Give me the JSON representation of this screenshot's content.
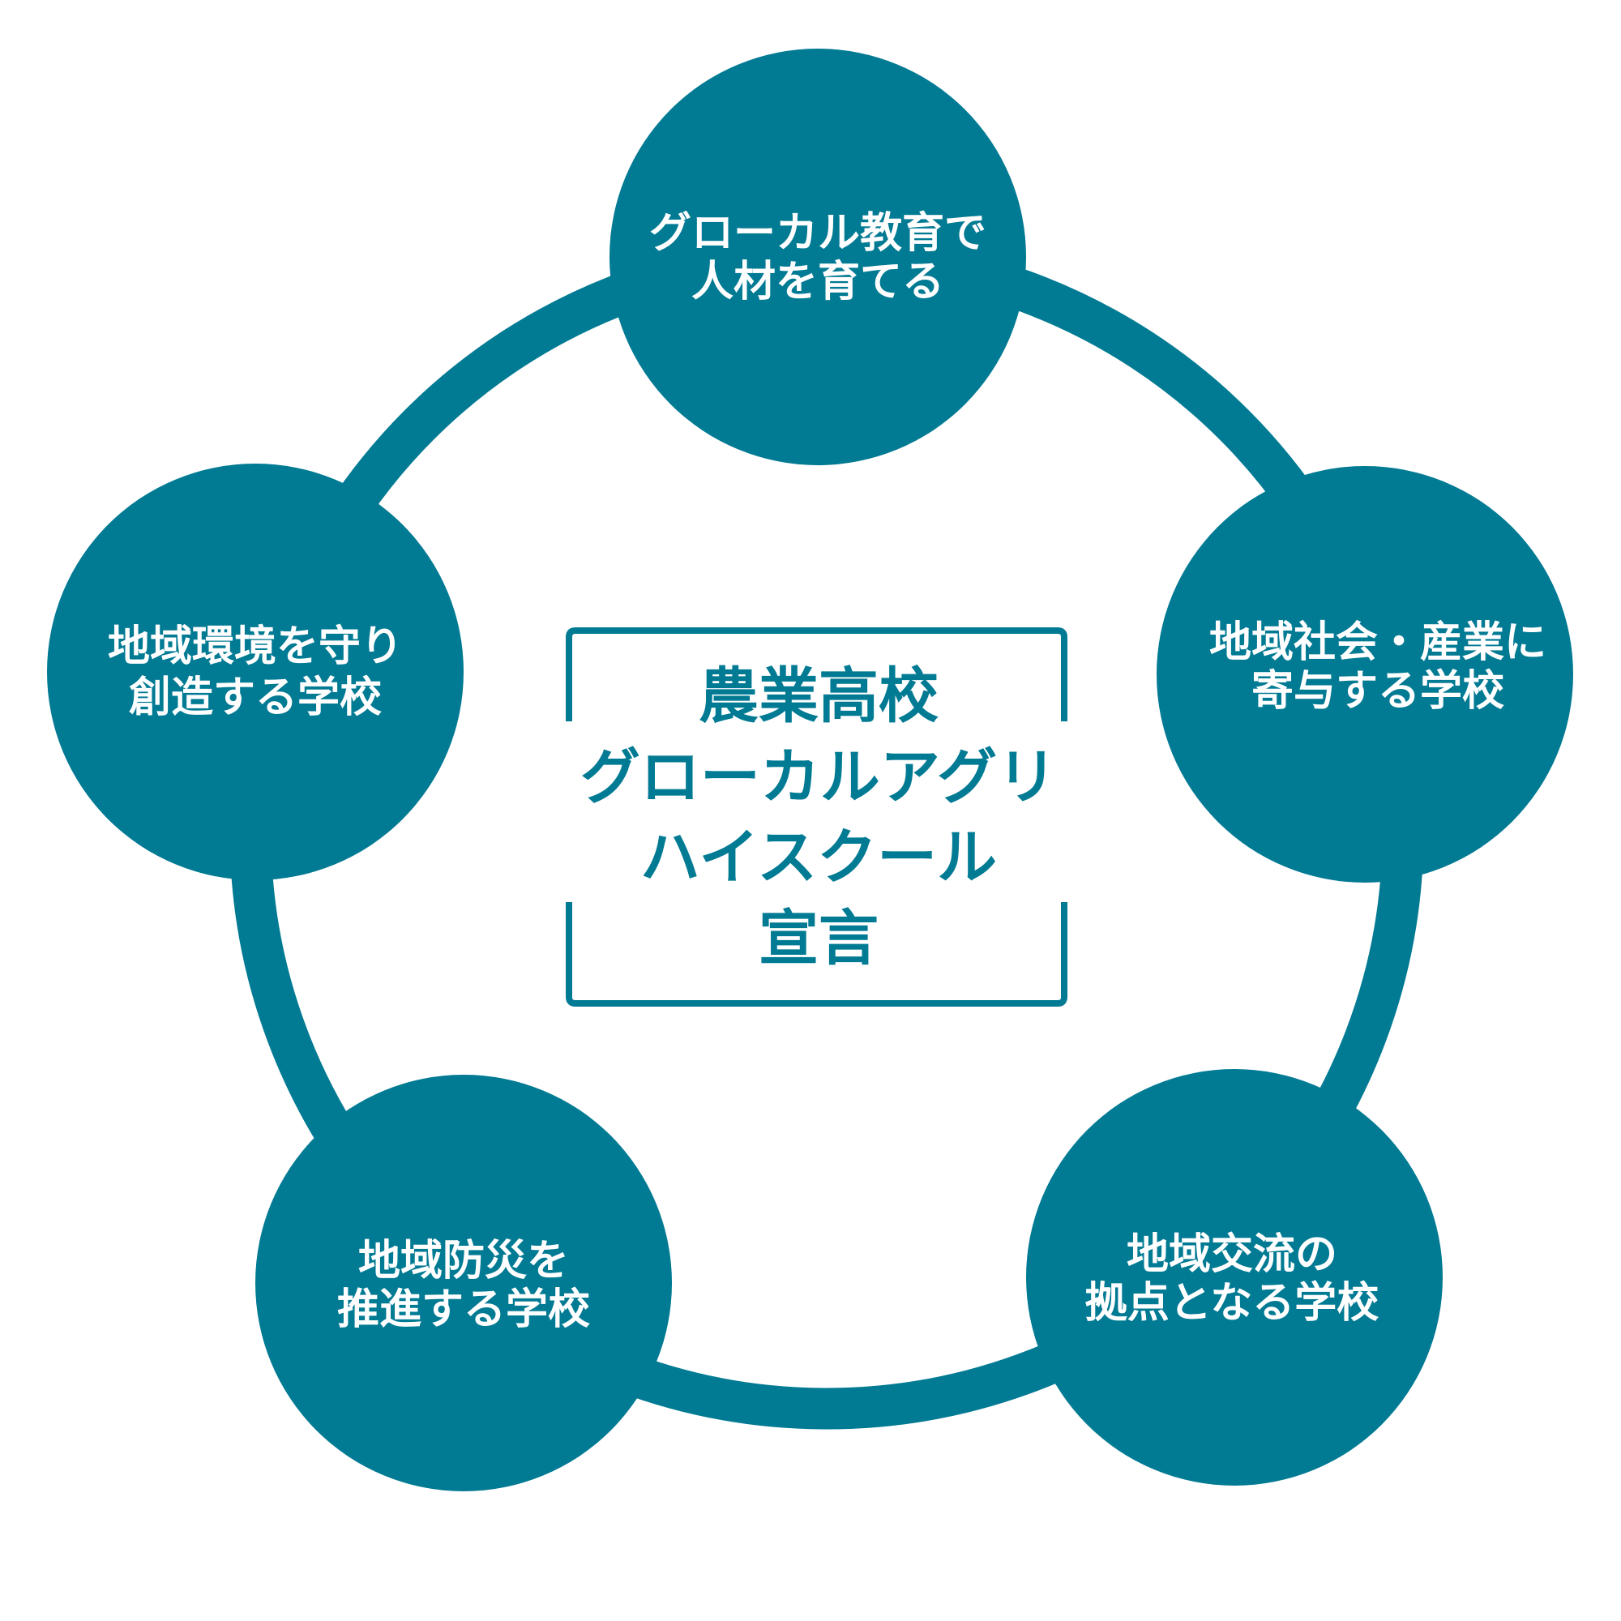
{
  "colors": {
    "primary": "#017a93",
    "background": "#ffffff"
  },
  "center": {
    "lines": [
      "農業高校",
      "グローカルアグリ",
      "ハイスクール",
      "宣言"
    ]
  },
  "nodes": [
    {
      "lines": [
        "グローカル教育で",
        "人材を育てる"
      ]
    },
    {
      "lines": [
        "地域社会・産業に",
        "寄与する学校"
      ]
    },
    {
      "lines": [
        "地域交流の",
        "拠点となる学校"
      ]
    },
    {
      "lines": [
        "地域防災を",
        "推進する学校"
      ]
    },
    {
      "lines": [
        "地域環境を守り",
        "創造する学校"
      ]
    }
  ]
}
